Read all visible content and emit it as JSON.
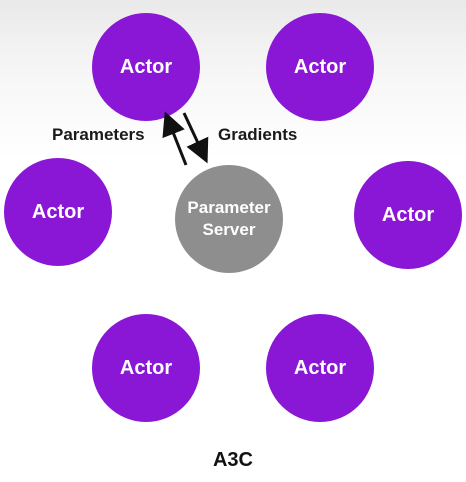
{
  "nodes": {
    "actor_top_left": "Actor",
    "actor_top_right": "Actor",
    "actor_mid_left": "Actor",
    "actor_mid_right": "Actor",
    "actor_bottom_left": "Actor",
    "actor_bottom_right": "Actor",
    "parameter_server": "Parameter\nServer"
  },
  "edges": {
    "to_actor_label": "Parameters",
    "to_server_label": "Gradients"
  },
  "caption": "A3C",
  "colors": {
    "actor": "#8a16d6",
    "server": "#8e8e8e",
    "arrow": "#111111"
  }
}
